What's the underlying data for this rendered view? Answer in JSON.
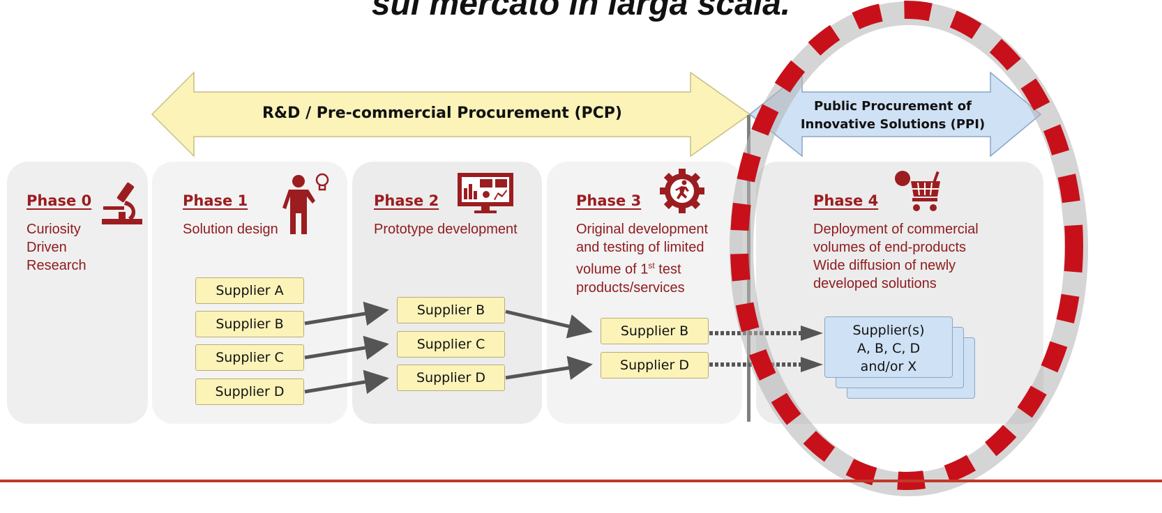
{
  "header": {
    "title": "sul mercato in larga scala."
  },
  "banners": {
    "pcp_label": "R&D / Pre-commercial Procurement (PCP)",
    "ppi_label": "Public Procurement of\nInnovative Solutions (PPI)"
  },
  "phases": [
    {
      "title": "Phase 0",
      "description": "Curiosity\nDriven\nResearch",
      "icon": "microscope-icon"
    },
    {
      "title": "Phase 1",
      "description": "Solution design",
      "icon": "person-lightbulb-icon"
    },
    {
      "title": "Phase 2",
      "description": "Prototype development",
      "icon": "monitor-dashboard-icon"
    },
    {
      "title": "Phase 3",
      "description_lines": [
        "Original development",
        "and testing of limited",
        "volume of 1",
        "st",
        " test",
        "products/services"
      ],
      "icon": "gear-running-icon"
    },
    {
      "title": "Phase 4",
      "description": "Deployment of commercial\nvolumes of end-products\nWide diffusion of newly\ndeveloped solutions",
      "icon": "shopping-cart-icon"
    }
  ],
  "suppliers": {
    "phase1": [
      "Supplier A",
      "Supplier B",
      "Supplier C",
      "Supplier D"
    ],
    "phase2": [
      "Supplier B",
      "Supplier C",
      "Supplier D"
    ],
    "phase3": [
      "Supplier B",
      "Supplier D"
    ],
    "phase4": "Supplier(s)\nA, B, C, D\nand/or X"
  },
  "colors": {
    "accent": "#9b1d20",
    "banner_yellow": "#fbf3b8",
    "banner_blue": "#cfe1f4",
    "highlight_red": "#c8101a",
    "bottom_rule": "#c0392b"
  }
}
